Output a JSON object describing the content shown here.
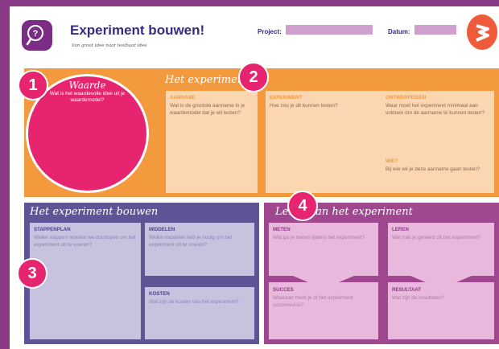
{
  "header": {
    "title": "Experiment bouwen!",
    "subtitle": "Van groot idee naar testbaar idee",
    "project_label": "Project:",
    "date_label": "Datum:",
    "logo_icon": "lightbulb-question-icon",
    "brand_icon": "brand-mark-icon"
  },
  "colors": {
    "orange": "#f39a3f",
    "purple": "#5d5596",
    "magenta": "#a0488f",
    "pink": "#e6246f"
  },
  "badges": [
    "1",
    "2",
    "3",
    "4"
  ],
  "waarde": {
    "title": "Waarde",
    "text": "Wat is het waardevolle idee uit je waardemodel?"
  },
  "experiment_top": {
    "heading": "Het experiment",
    "aanname": {
      "title": "AANNAME",
      "text": "Wat is de grootste aanname in je waardemodel dat je wil testen?"
    },
    "experiment": {
      "title": "EXPERIMENT",
      "text": "Hoe zou je dit kunnen testen?"
    },
    "ontwerpeisen": {
      "title": "ONTWERPEISEN",
      "text": "Waar moet het experiment minimaal aan voldoen om de aanname te kunnen testen?"
    },
    "wie": {
      "title": "WIE?",
      "text": "Bij wie wil je deze aanname gaan testen?"
    }
  },
  "bouwen": {
    "heading": "Het experiment bouwen",
    "stappenplan": {
      "title": "STAPPENPLAN",
      "text": "Welke stappen moeten we doorlopen om het experiment uit te voeren?"
    },
    "middelen": {
      "title": "MIDDELEN",
      "text": "Welke middelen heb je nodig om het experiment uit te voeren?"
    },
    "kosten": {
      "title": "KOSTEN",
      "text": "Wat zijn de kosten van het experiment?"
    }
  },
  "leren": {
    "heading": "Leren van het experiment",
    "meten": {
      "title": "METEN",
      "text": "Wat ga je meten tijdens het experiment?"
    },
    "leren": {
      "title": "LEREN",
      "text": "Wat heb je geleerd uit het experiment?"
    },
    "succes": {
      "title": "SUCCES",
      "text": "Waaraan merk je of het experiment succesvol is?"
    },
    "resultaat": {
      "title": "RESULTAAT",
      "text": "Wat zijn de resultaten?"
    }
  }
}
